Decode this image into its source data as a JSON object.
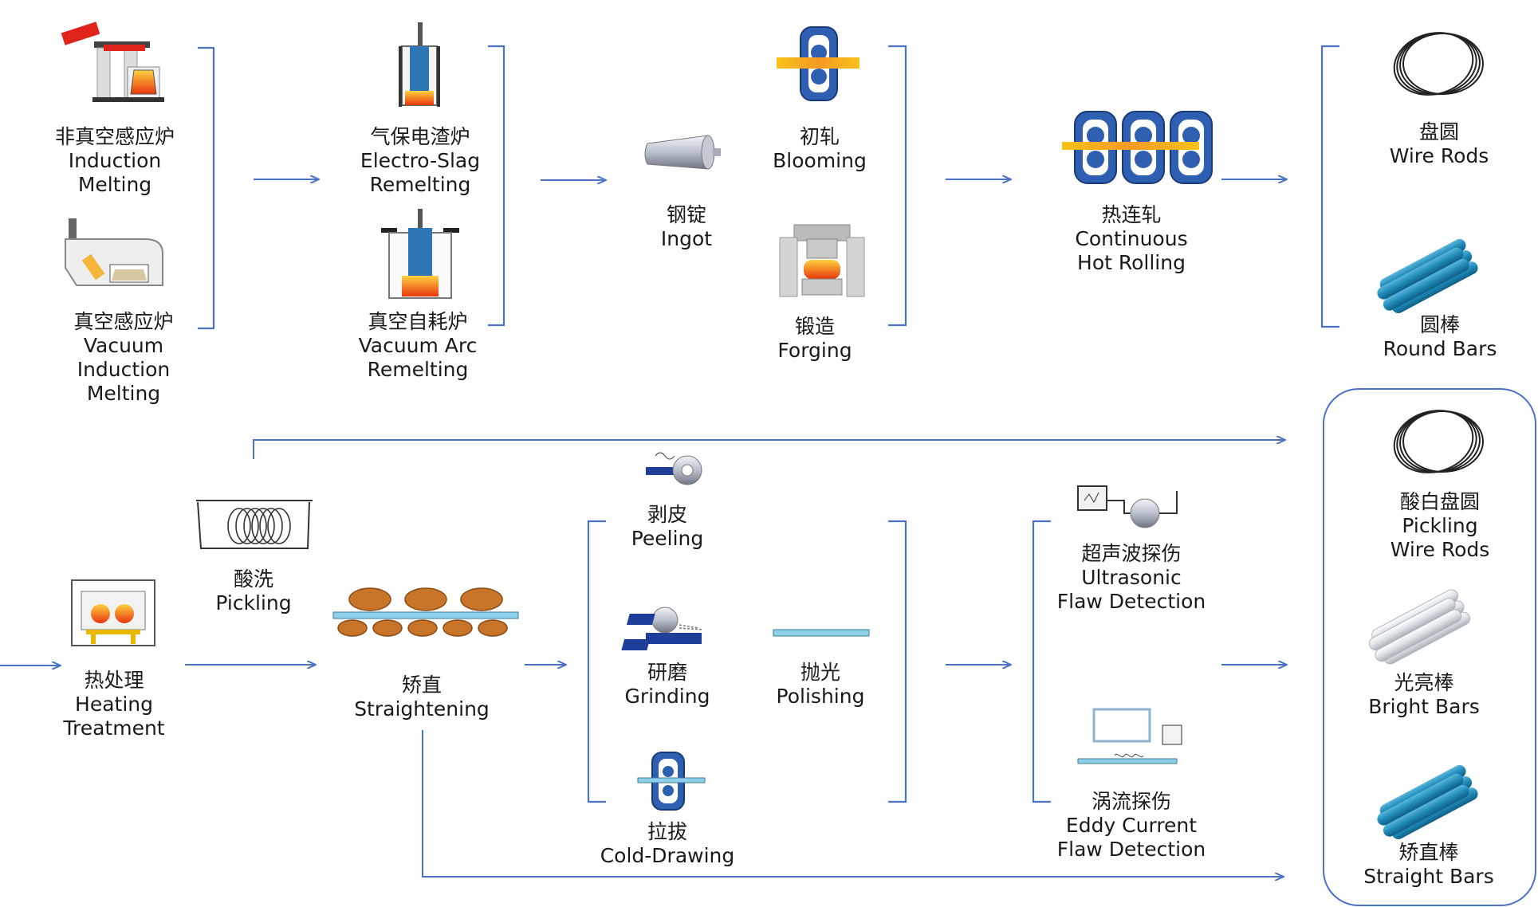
{
  "colors": {
    "flow": "#4a72c8",
    "steel_blue": "#1f6fa8",
    "bar_blue": "#1f8ab8",
    "hot": "#f5a623",
    "copper": "#c8752a"
  },
  "nodes": {
    "induction_melting": [
      "非真空感应炉",
      "Induction",
      "Melting"
    ],
    "vacuum_induction_melting": [
      "真空感应炉",
      "Vacuum",
      "Induction",
      "Melting"
    ],
    "electro_slag": [
      "气保电渣炉",
      "Electro-Slag",
      "Remelting"
    ],
    "vacuum_arc": [
      "真空自耗炉",
      "Vacuum Arc",
      "Remelting"
    ],
    "ingot": [
      "钢锭",
      "Ingot"
    ],
    "blooming": [
      "初轧",
      "Blooming"
    ],
    "forging": [
      "锻造",
      "Forging"
    ],
    "hot_rolling": [
      "热连轧",
      "Continuous",
      "Hot Rolling"
    ],
    "wire_rods": [
      "盘圆",
      "Wire Rods"
    ],
    "round_bars": [
      "圆棒",
      "Round Bars"
    ],
    "heating": [
      "热处理",
      "Heating",
      "Treatment"
    ],
    "pickling": [
      "酸洗",
      "Pickling"
    ],
    "straightening": [
      "矫直",
      "Straightening"
    ],
    "peeling": [
      "剥皮",
      "Peeling"
    ],
    "grinding": [
      "研磨",
      "Grinding"
    ],
    "polishing": [
      "抛光",
      "Polishing"
    ],
    "cold_drawing": [
      "拉拔",
      "Cold-Drawing"
    ],
    "ultrasonic": [
      "超声波探伤",
      "Ultrasonic",
      "Flaw Detection"
    ],
    "eddy": [
      "涡流探伤",
      "Eddy Current",
      "Flaw Detection"
    ],
    "pickling_wire_rods": [
      "酸白盘圆",
      "Pickling",
      "Wire Rods"
    ],
    "bright_bars": [
      "光亮棒",
      "Bright Bars"
    ],
    "straight_bars": [
      "矫直棒",
      "Straight Bars"
    ]
  }
}
